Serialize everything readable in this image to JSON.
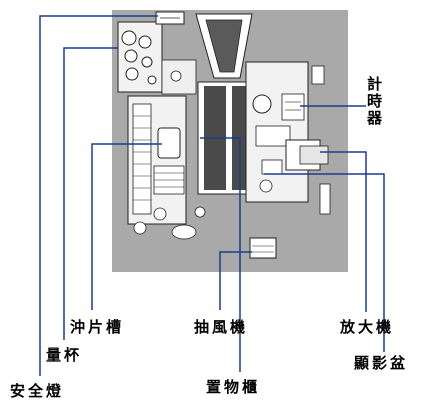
{
  "labels": {
    "timer": "計時器",
    "enlarger": "放大機",
    "tank": "沖片槽",
    "fan": "抽風機",
    "beaker": "量杯",
    "safelight": "安全燈",
    "trays": "顯影盆",
    "cabinet": "置物櫃"
  },
  "colors": {
    "leader_line": "#1a3d8f",
    "room_bg": "#a9a9a9"
  }
}
